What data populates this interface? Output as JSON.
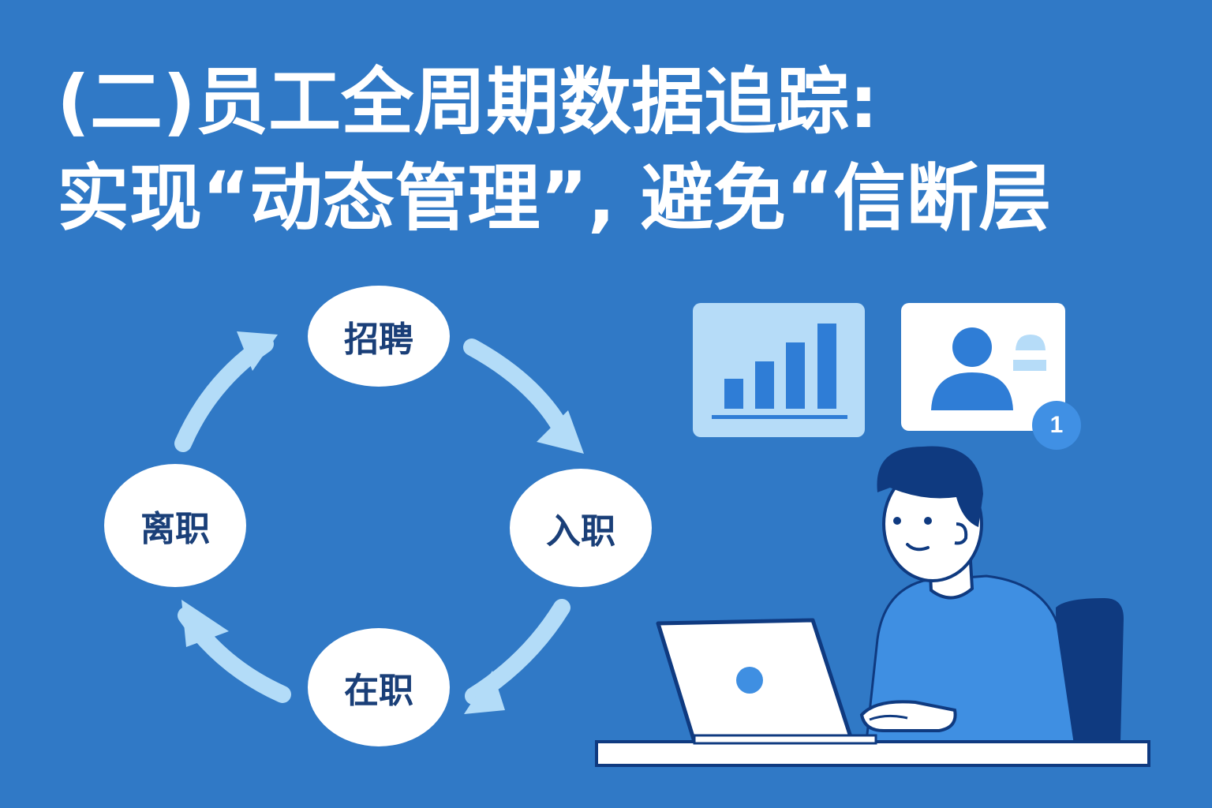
{
  "title": {
    "line1": "(二)员工全周期数据追踪:",
    "line2": "实现“动态管理”, 避免“信断层"
  },
  "cycle": {
    "stages": [
      "招聘",
      "入职",
      "在职",
      "离职"
    ]
  },
  "notification": {
    "count": "1"
  },
  "colors": {
    "background": "#3079c6",
    "arrow": "#b3dcf8",
    "panel": "#b6dcf8",
    "dark_blue": "#0f3a80",
    "mid_blue": "#2f7dd6",
    "shirt": "#3f8fe2"
  },
  "icons": {
    "chart_panel": "bar-chart-icon",
    "profile_panel": "user-profile-icon"
  }
}
